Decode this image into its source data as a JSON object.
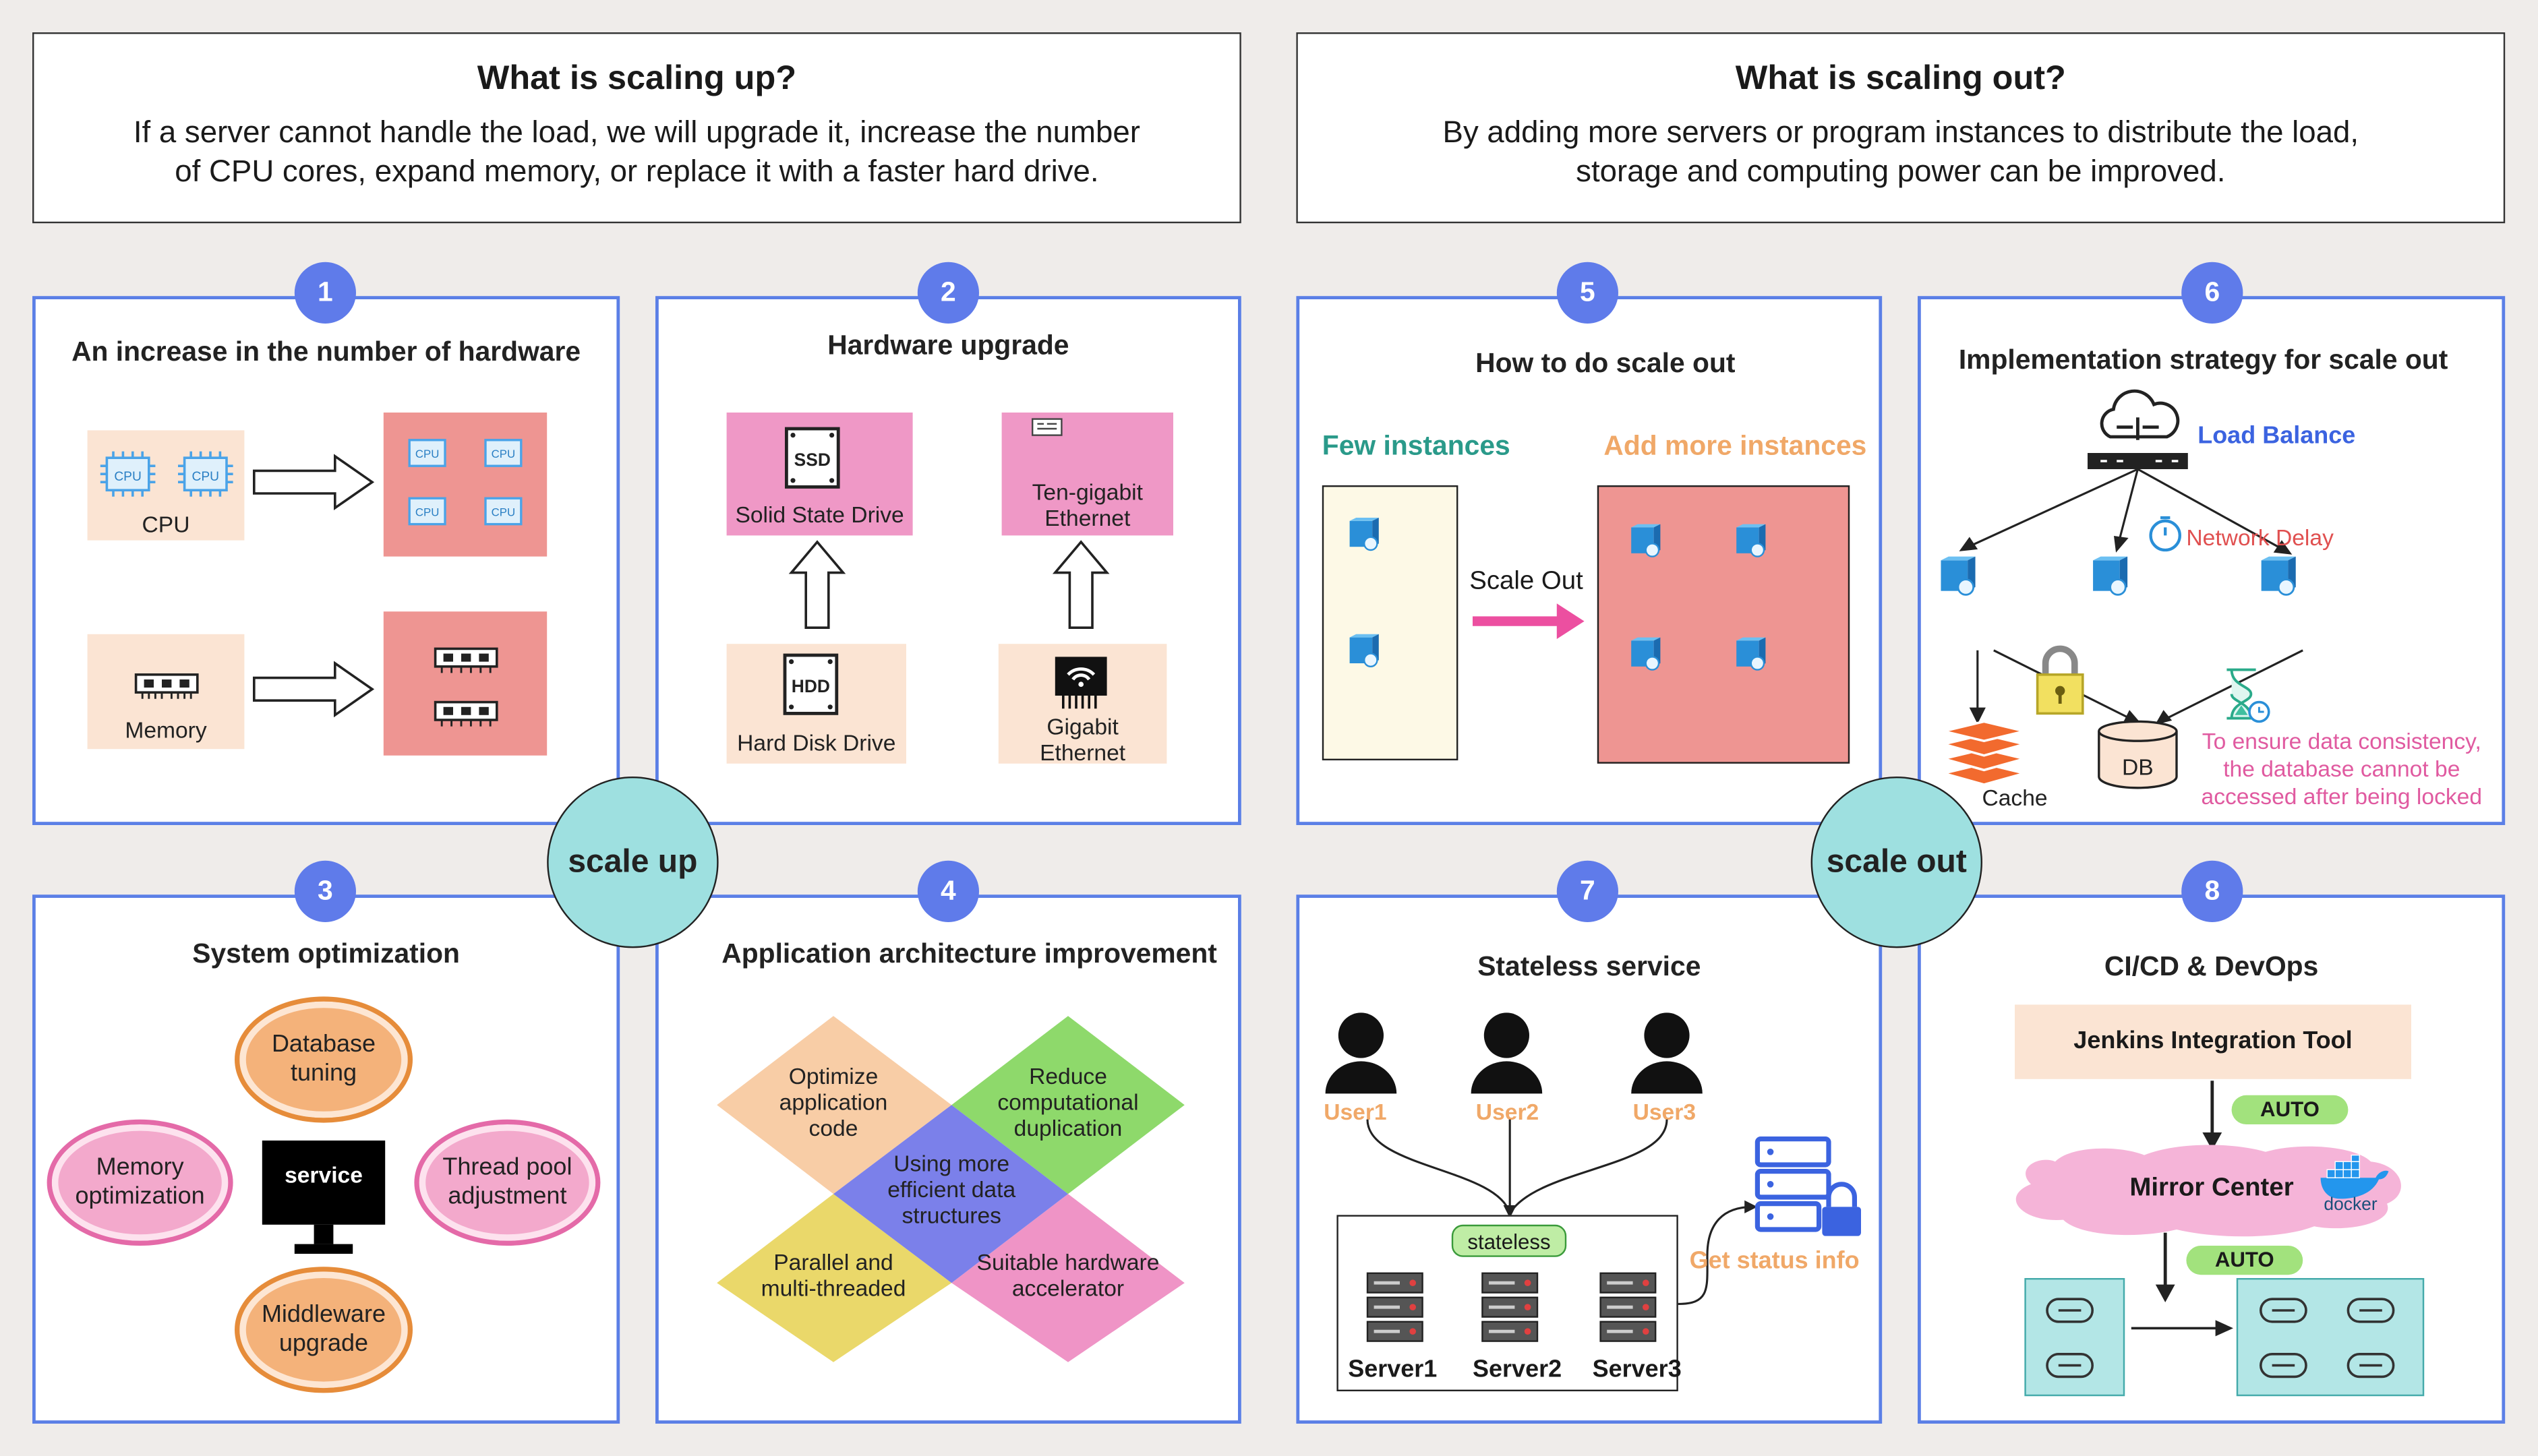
{
  "header_left": {
    "title": "What is scaling up?",
    "line1": "If a server cannot handle the load, we will upgrade it, increase the number",
    "line2": "of CPU cores, expand memory, or replace it with a faster hard drive."
  },
  "header_right": {
    "title": "What is scaling out?",
    "line1": "By adding more servers or program instances to distribute the load,",
    "line2": "storage and computing power can be improved."
  },
  "centers": {
    "scale_up": "scale up",
    "scale_out": "scale out"
  },
  "p1": {
    "num": "1",
    "title": "An increase in the number of hardware",
    "cpu_label": "CPU",
    "memory_label": "Memory",
    "chip_text": "CPU"
  },
  "p2": {
    "num": "2",
    "title": "Hardware upgrade",
    "ssd": "Solid State Drive",
    "hdd": "Hard Disk Drive",
    "ten_gig_1": "Ten-gigabit",
    "ten_gig_2": "Ethernet",
    "gig_1": "Gigabit",
    "gig_2": "Ethernet",
    "ssd_icon": "SSD",
    "hdd_icon": "HDD"
  },
  "p3": {
    "num": "3",
    "title": "System optimization",
    "db_1": "Database",
    "db_2": "tuning",
    "mem_1": "Memory",
    "mem_2": "optimization",
    "thread_1": "Thread pool",
    "thread_2": "adjustment",
    "mid_1": "Middleware",
    "mid_2": "upgrade",
    "service": "service"
  },
  "p4": {
    "num": "4",
    "title": "Application architecture improvement",
    "optimize": [
      "Optimize",
      "application",
      "code"
    ],
    "reduce": [
      "Reduce",
      "computational",
      "duplication"
    ],
    "using": [
      "Using more",
      "efficient data",
      "structures"
    ],
    "parallel": [
      "Parallel and",
      "multi-threaded"
    ],
    "suitable": [
      "Suitable hardware",
      "accelerator"
    ]
  },
  "p5": {
    "num": "5",
    "title": "How to do scale out",
    "few": "Few instances",
    "more": "Add more instances",
    "scale_out": "Scale Out"
  },
  "p6": {
    "num": "6",
    "title": "Implementation strategy for scale out",
    "load_balance": "Load Balance",
    "network_delay": "Network Delay",
    "cache": "Cache",
    "db": "DB",
    "consistency_1": "To ensure data consistency,",
    "consistency_2": "the database cannot be",
    "consistency_3": "accessed after being locked"
  },
  "p7": {
    "num": "7",
    "title": "Stateless service",
    "user1": "User1",
    "user2": "User2",
    "user3": "User3",
    "stateless": "stateless",
    "server1": "Server1",
    "server2": "Server2",
    "server3": "Server3",
    "status": "Get status info"
  },
  "p8": {
    "num": "8",
    "title": "CI/CD & DevOps",
    "jenkins": "Jenkins Integration Tool",
    "auto1": "AUTO",
    "mirror": "Mirror Center",
    "docker": "docker",
    "auto2": "AUTO"
  },
  "colors": {
    "badge": "#5f7bea",
    "panel_border": "#5b7fe6",
    "circle": "#9ee0e0",
    "peach": "#fbe4d3",
    "salmon": "#ee9592",
    "pink": "#ef98c6",
    "teal_text": "#2a9a8a",
    "orange_text": "#f0a868",
    "blue_text": "#3b63e0",
    "red_text": "#e05050",
    "magenta_text": "#e05aa0",
    "auto_green": "#a2e27d",
    "light_cyan": "#b3e6e6"
  }
}
